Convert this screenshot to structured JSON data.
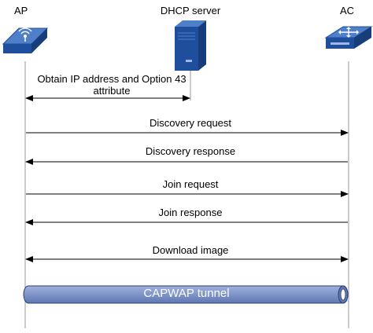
{
  "participants": {
    "ap": "AP",
    "dhcp": "DHCP server",
    "ac": "AC"
  },
  "icons": {
    "ap": "wireless-access-point-icon",
    "dhcp": "server-tower-icon",
    "ac": "access-controller-switch-icon"
  },
  "messages": {
    "obtain_ip_line1": "Obtain IP address and Option 43",
    "obtain_ip_line2": "attribute",
    "discovery_request": "Discovery request",
    "discovery_response": "Discovery response",
    "join_request": "Join request",
    "join_response": "Join response",
    "download_image": "Download image"
  },
  "tunnel": {
    "label": "CAPWAP tunnel",
    "color": "#7f94c8"
  },
  "colors": {
    "device_blue": "#1f4e9c",
    "device_light": "#4f7fc8",
    "lifeline": "#999999",
    "arrow": "#000000"
  }
}
